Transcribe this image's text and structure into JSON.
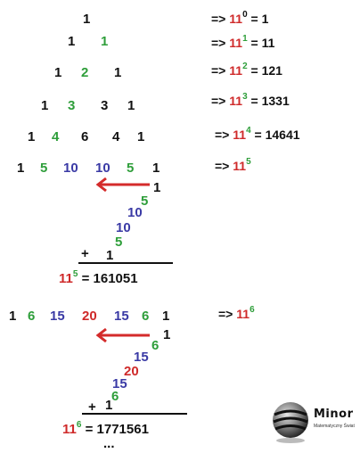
{
  "triangle": {
    "row0": [
      "1"
    ],
    "row1": [
      "1",
      "1"
    ],
    "row2": [
      "1",
      "2",
      "1"
    ],
    "row3": [
      "1",
      "3",
      "3",
      "1"
    ],
    "row4": [
      "1",
      "4",
      "6",
      "4",
      "1"
    ],
    "row5": [
      "1",
      "5",
      "10",
      "10",
      "5",
      "1"
    ],
    "row6": [
      "1",
      "6",
      "15",
      "20",
      "15",
      "6",
      "1"
    ]
  },
  "equations": [
    {
      "prefix": "=>",
      "base": "11",
      "exp": "0",
      "suffix": "= 1"
    },
    {
      "prefix": "=>",
      "base": "11",
      "exp": "1",
      "suffix": "= 11"
    },
    {
      "prefix": "=>",
      "base": "11",
      "exp": "2",
      "suffix": "= 121"
    },
    {
      "prefix": "=>",
      "base": "11",
      "exp": "3",
      "suffix": "= 1331"
    },
    {
      "prefix": "=>",
      "base": "11",
      "exp": "4",
      "suffix": "= 14641"
    },
    {
      "prefix": "=>",
      "base": "11",
      "exp": "5",
      "suffix": ""
    },
    {
      "prefix": "=>",
      "base": "11",
      "exp": "6",
      "suffix": ""
    }
  ],
  "addition5": {
    "stack": [
      "1",
      "5",
      "10",
      "10",
      "5"
    ],
    "plus": "+",
    "last": "1",
    "result_base": "11",
    "result_exp": "5",
    "result_value": "= 161051"
  },
  "addition6": {
    "stack": [
      "1",
      "6",
      "15",
      "20",
      "15"
    ],
    "plus": "+",
    "last6": "6",
    "last": "1",
    "result_base": "11",
    "result_exp": "6",
    "result_value": "= 1771561",
    "ellipsis": "..."
  },
  "logo": {
    "title": "Minor",
    "subtitle": "Matematyczny Świat"
  },
  "colors": {
    "green": "#2e9e3a",
    "blue": "#3a3aa5",
    "red": "#cf2a2a",
    "arrow": "#d42b2b"
  }
}
